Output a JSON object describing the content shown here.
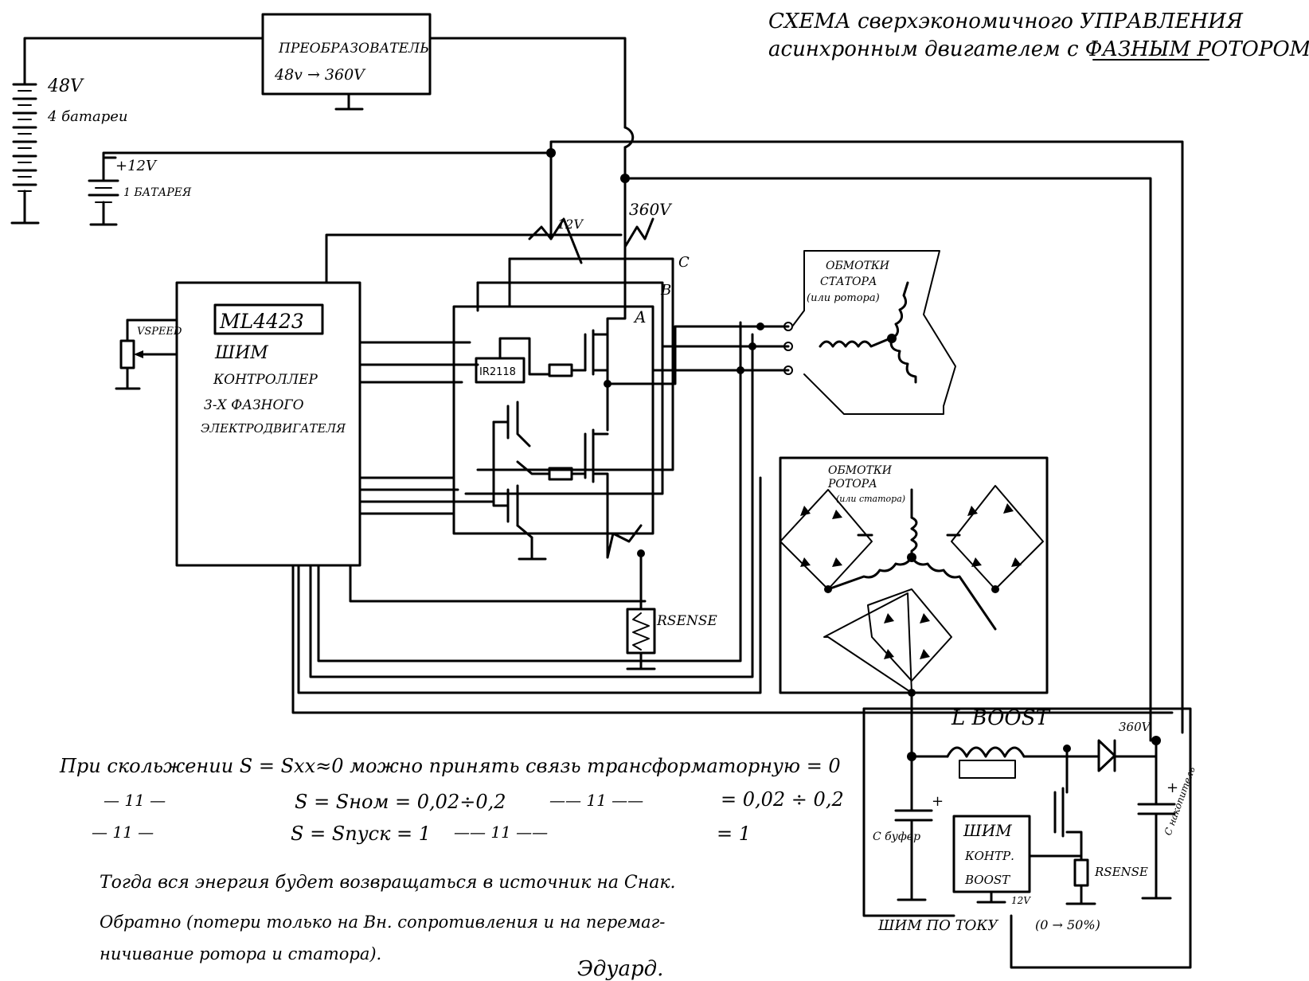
{
  "title": {
    "line1": "СХЕМА  сверхэкономичного УПРАВЛЕНИЯ",
    "line2": "асинхронным двигателем с ФАЗНЫМ РОТОРОМ."
  },
  "power": {
    "converter_title": "ПРЕОБРАЗОВАТЕЛЬ",
    "converter_spec": "48v → 360V",
    "battery48_voltage": "48V",
    "battery48_count": "4 батареи",
    "battery12_voltage": "+12V",
    "battery12_count": "1 БАТАРЕЯ",
    "rail_12": "12V",
    "rail_360": "360V"
  },
  "controller": {
    "chip": "ML4423",
    "desc1": "ШИМ",
    "desc2": "КОНТРОЛЛЕР",
    "desc3": "3-Х ФАЗНОГО",
    "desc4": "ЭЛЕКТРОДВИГАТЕЛЯ",
    "vspeed": "VSPEED"
  },
  "bridge": {
    "phase_a": "A",
    "phase_b": "B",
    "phase_c": "C",
    "driver": "IR2118",
    "rsense": "RSENSE"
  },
  "stator": {
    "line1": "ОБМОТКИ",
    "line2": "СТАТОРА",
    "line3": "(или ротора)"
  },
  "rotor": {
    "line1": "ОБМОТКИ",
    "line2": "РОТОРА",
    "line3": "(или статора)"
  },
  "boost": {
    "inductor": "L BOOST",
    "out_voltage": "360V",
    "c_buffer": "C буфер",
    "c_storage": "C накопитель",
    "ctrl1": "ШИМ",
    "ctrl2": "КОНТР.",
    "ctrl3": "BOOST",
    "rsense": "RSENSE",
    "supply": "12V",
    "pwm_label": "ШИМ ПО ТОКУ",
    "duty": "(0 → 50%)"
  },
  "notes": {
    "n1": "При   скольжении     S = Sxx≈0   можно принять связь трансформаторную = 0",
    "n2_ditto": "— 11 —",
    "n2_formula": "S = Sном = 0,02÷0,2",
    "n2_ditto2": "—— 11 ——",
    "n2_result": "= 0,02 ÷ 0,2",
    "n3_ditto": "— 11 —",
    "n3_formula": "S = Sпуск = 1",
    "n3_ditto2": "—— 11 ——",
    "n3_result": "= 1",
    "p1": "Тогда вся энергия будет возвращаться в источник на Cнак.",
    "p2": "Обратно (потери только на Вн. сопротивления и на перемаг-",
    "p3": "ничивание ротора и статора).",
    "signature": "Эдуард."
  }
}
